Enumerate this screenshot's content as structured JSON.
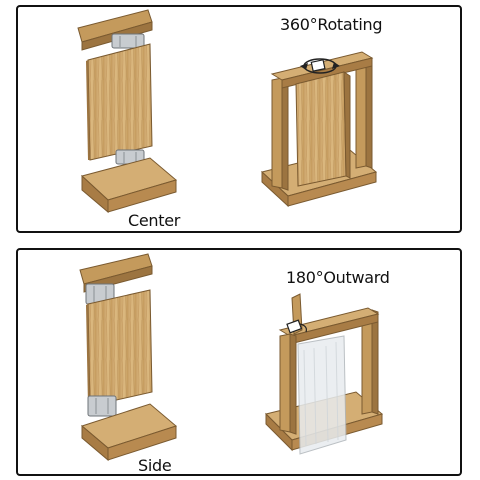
{
  "panels": [
    {
      "id": "center",
      "feature_label": "360°Rotating",
      "caption": "Center"
    },
    {
      "id": "side",
      "feature_label": "180°Outward",
      "caption": "Side"
    }
  ],
  "colors": {
    "wood_light": "#d9b57c",
    "wood_mid": "#c49a5c",
    "wood_dark": "#9c7440",
    "hinge_metal": "#c8ccd0",
    "border": "#111111"
  }
}
